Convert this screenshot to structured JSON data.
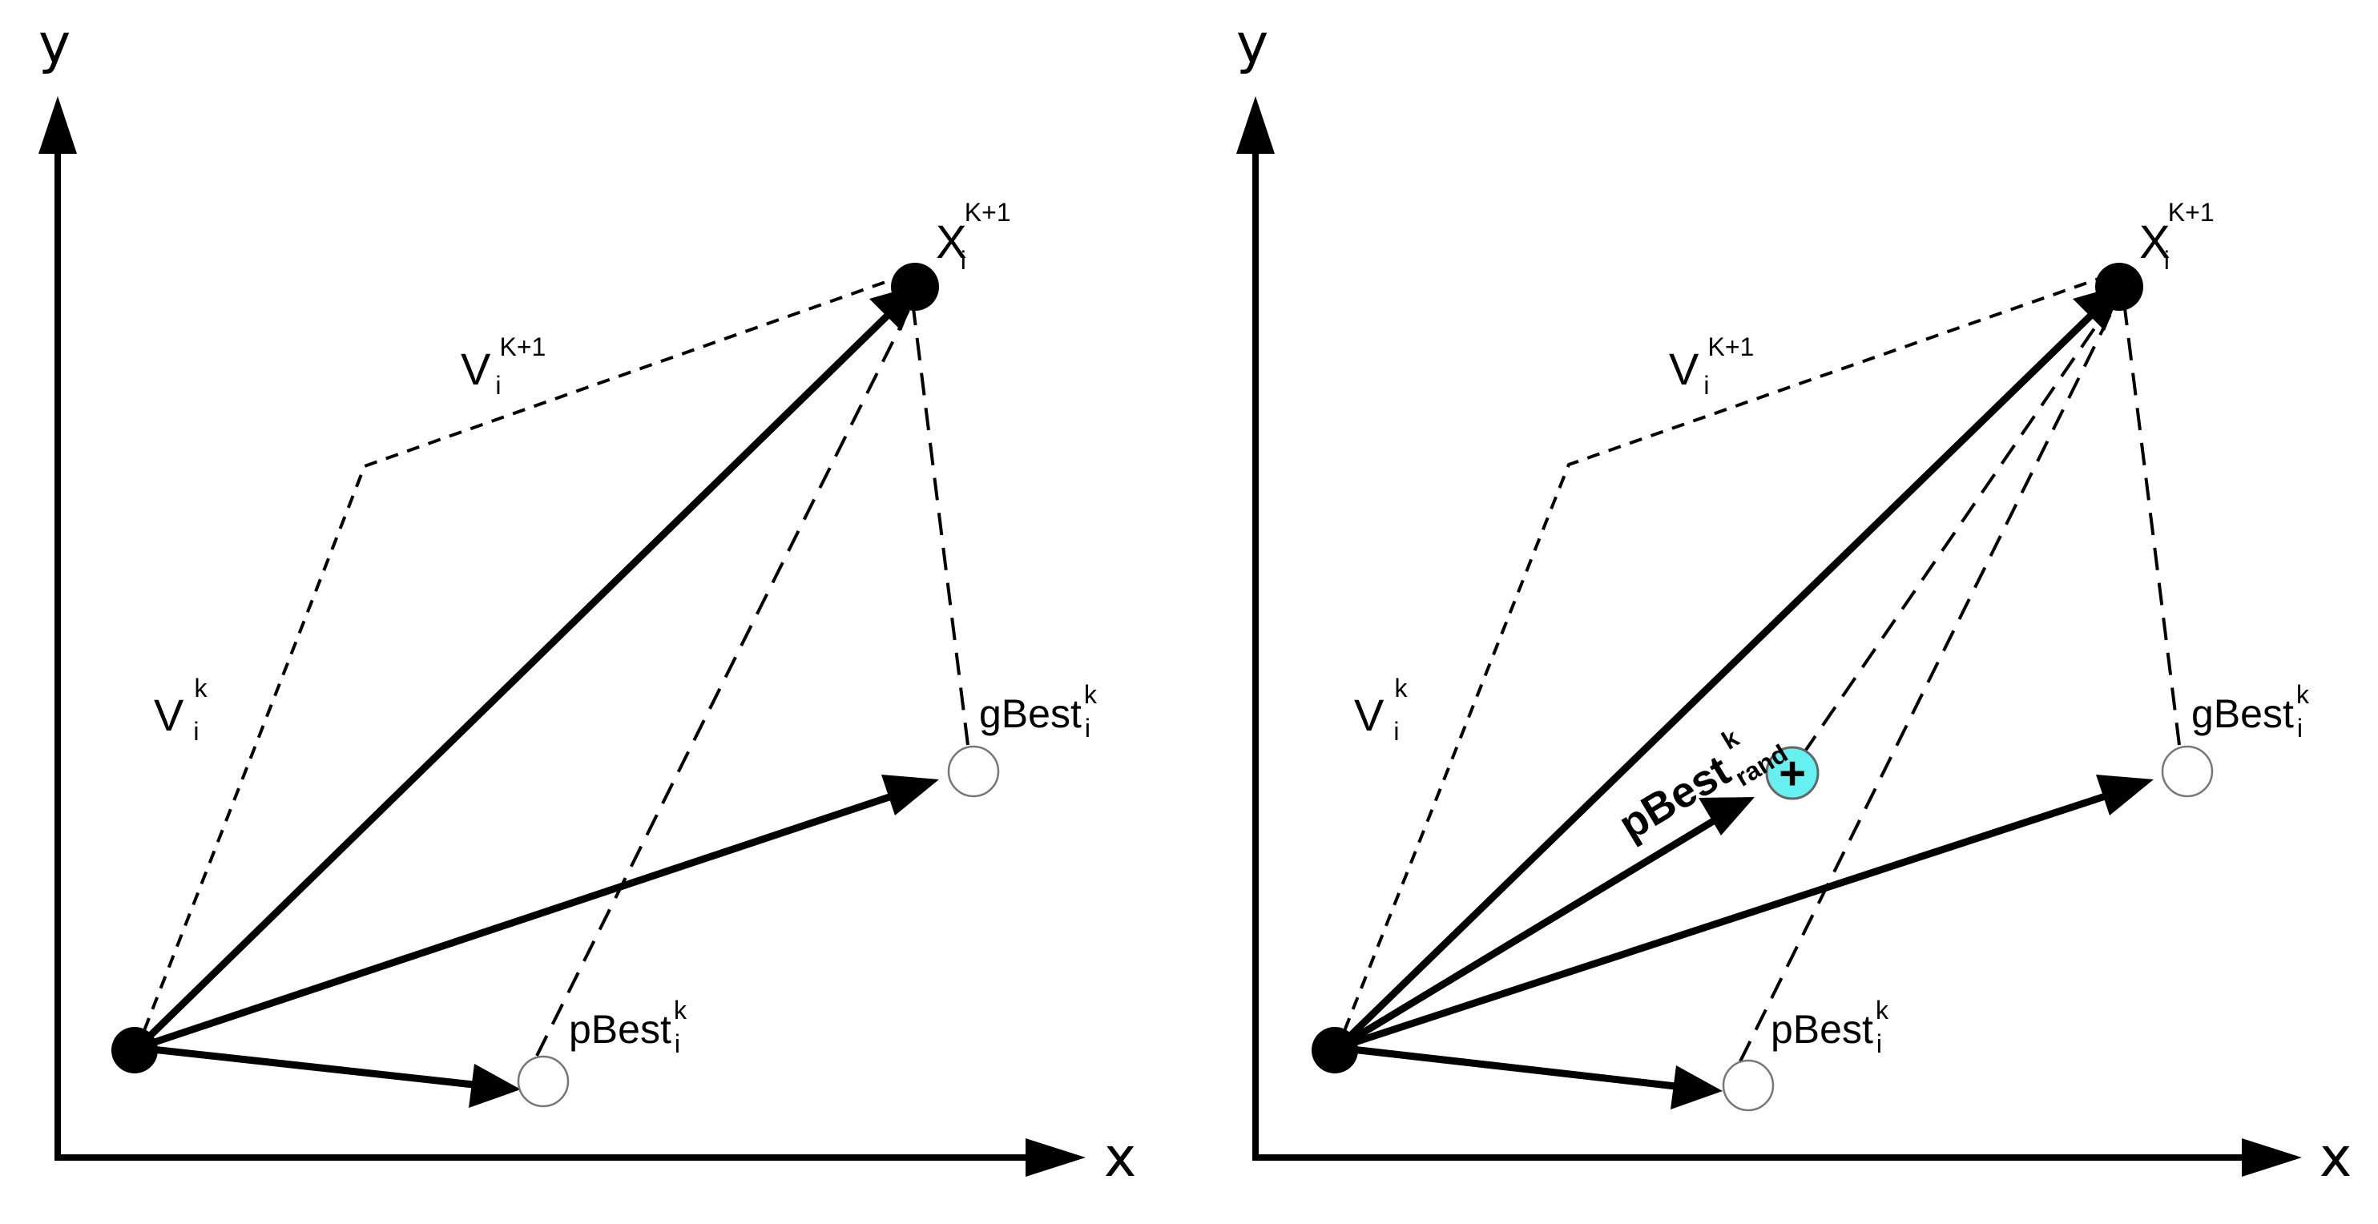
{
  "colors": {
    "ink": "#000000",
    "background": "#ffffff",
    "rand_marker": "#66f0f0"
  },
  "left_panel": {
    "axis_y": "y",
    "axis_x": "x",
    "labels": {
      "x_next": {
        "main": "X",
        "sub": "i",
        "sup": "K+1"
      },
      "v_next": {
        "main": "V",
        "sub": "i",
        "sup": "K+1"
      },
      "v_now": {
        "main": "V",
        "sub": "i",
        "sup": "k"
      },
      "gbest": {
        "main": "gBest",
        "sub": "i",
        "sup": "k"
      },
      "pbest": {
        "main": "pBest",
        "sub": "i",
        "sup": "k"
      }
    }
  },
  "right_panel": {
    "axis_y": "y",
    "axis_x": "x",
    "labels": {
      "x_next": {
        "main": "X",
        "sub": "i",
        "sup": "K+1"
      },
      "v_next": {
        "main": "V",
        "sub": "i",
        "sup": "K+1"
      },
      "v_now": {
        "main": "V",
        "sub": "i",
        "sup": "k"
      },
      "gbest": {
        "main": "gBest",
        "sub": "i",
        "sup": "k"
      },
      "pbest": {
        "main": "pBest",
        "sub": "i",
        "sup": "k"
      },
      "pbest_rand": {
        "main": "pBest",
        "sub": "rand",
        "sup": "k"
      },
      "rand_symbol": "+"
    }
  }
}
